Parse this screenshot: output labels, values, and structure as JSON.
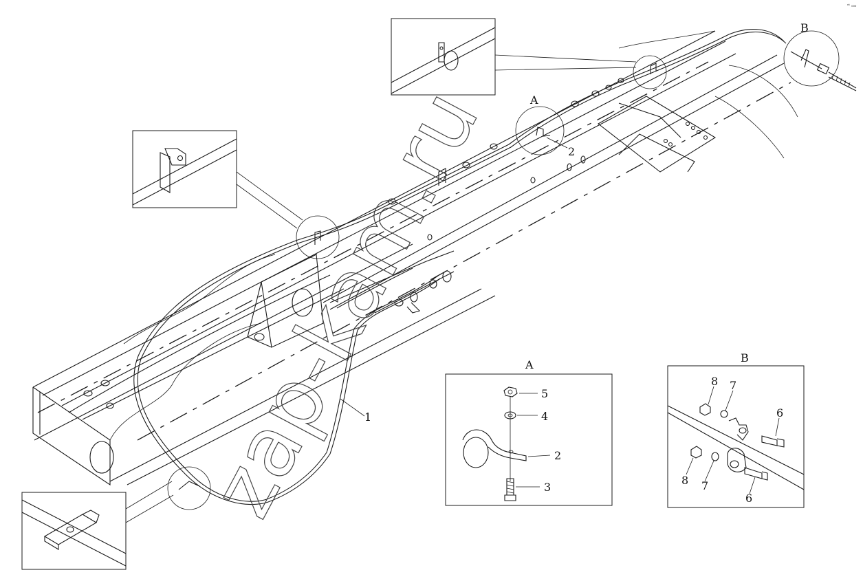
{
  "corner_mark": "ⁿᵗ ₀₀₀",
  "watermark": "zap-kam.ru",
  "view_labels": {
    "a_main": "A",
    "b_main": "B",
    "a_inset": "A",
    "b_inset": "B"
  },
  "callouts_main": {
    "cable": "1",
    "clamp": "2"
  },
  "inset_a": {
    "nut": "5",
    "washer": "4",
    "clamp": "2",
    "bolt": "3"
  },
  "inset_b": {
    "nut_top": "8",
    "washer_top": "7",
    "bolt_top": "6",
    "nut_bottom": "8",
    "washer_bottom": "7",
    "bolt_bottom": "6"
  },
  "colors": {
    "line": "#1a1a1a",
    "background": "#ffffff"
  }
}
